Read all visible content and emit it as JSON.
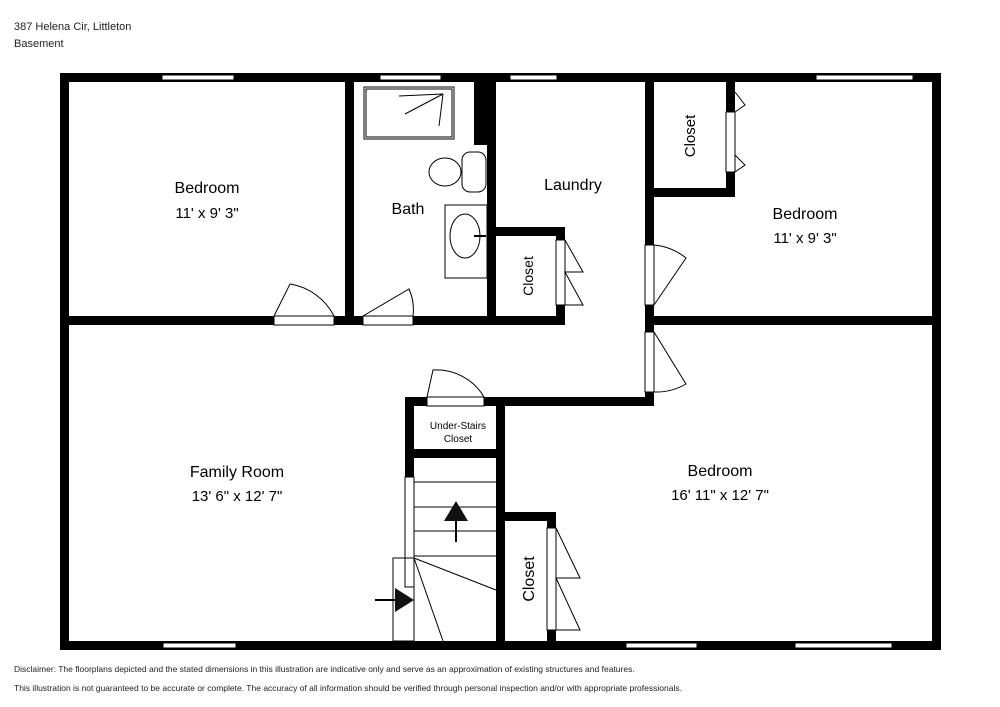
{
  "header": {
    "address": "387 Helena Cir, Littleton",
    "level": "Basement"
  },
  "rooms": {
    "bedroom_nw": {
      "name": "Bedroom",
      "dims": "11' x 9' 3\""
    },
    "bath": {
      "name": "Bath"
    },
    "laundry": {
      "name": "Laundry"
    },
    "laundry_closet": {
      "name": "Closet"
    },
    "ne_closet": {
      "name": "Closet"
    },
    "bedroom_ne": {
      "name": "Bedroom",
      "dims": "11' x 9' 3\""
    },
    "family_room": {
      "name": "Family Room",
      "dims": "13' 6\" x 12' 7\""
    },
    "under_stairs": {
      "name_line1": "Under-Stairs",
      "name_line2": "Closet"
    },
    "bedroom_se": {
      "name": "Bedroom",
      "dims": "16' 11\" x 12' 7\""
    },
    "se_closet": {
      "name": "Closet"
    }
  },
  "disclaimer": {
    "line1": "Disclaimer: The floorplans depicted and the stated dimensions in this illustration are indicative only and serve as an approximation of existing structures and features.",
    "line2": "This illustration is not guaranteed to be accurate or complete. The accuracy of all information should be verified through personal inspection and/or with appropriate professionals."
  }
}
